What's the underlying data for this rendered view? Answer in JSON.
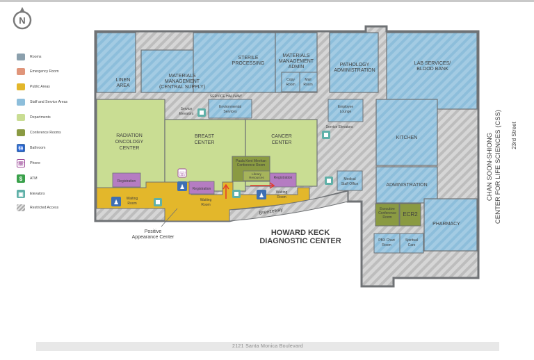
{
  "compass": {
    "letter": "N"
  },
  "legend": [
    {
      "label": "Rooms",
      "color": "#8ba0ad",
      "kind": "swatch"
    },
    {
      "label": "Emergency Room",
      "color": "#e0957a",
      "kind": "swatch"
    },
    {
      "label": "Public Areas",
      "color": "#e3b72b",
      "kind": "swatch"
    },
    {
      "label": "Staff and Service Areas",
      "color": "#8dbedb",
      "kind": "swatch"
    },
    {
      "label": "Departments",
      "color": "#c9dd93",
      "kind": "swatch"
    },
    {
      "label": "Conference Rooms",
      "color": "#8a9a42",
      "kind": "swatch"
    },
    {
      "label": "Bathroom",
      "color": "#3e6fb3",
      "kind": "bathroom-icon"
    },
    {
      "label": "Phone",
      "color": "#a0509d",
      "kind": "phone-icon"
    },
    {
      "label": "ATM",
      "color": "#3aa14b",
      "kind": "atm-icon"
    },
    {
      "label": "Elevators",
      "color": "#5fb0a8",
      "kind": "elevator-icon"
    },
    {
      "label": "Restricted Access",
      "color": "#b5b5b5",
      "kind": "hatch"
    }
  ],
  "rooms": {
    "linen": [
      "LINEN",
      "AREA"
    ],
    "materials_central": [
      "MATERIALS",
      "MANAGEMENT",
      "(CENTRAL SUPPLY)"
    ],
    "sterile": [
      "STERILE",
      "PROCESSING"
    ],
    "materials_admin": [
      "MATERIALS",
      "MANAGEMENT",
      "ADMIN"
    ],
    "copy_room": [
      "Copy",
      "Room"
    ],
    "mail_room": [
      "Mail",
      "Room"
    ],
    "pathology": [
      "PATHOLOGY",
      "ADMINISTRATION"
    ],
    "lab": [
      "LAB SERVICES/",
      "BLOOD BANK"
    ],
    "service_hallway": "SERVICE HALLWAY",
    "service_elevators_1": [
      "Service",
      "Elevators"
    ],
    "environmental": [
      "Environmental",
      "Services"
    ],
    "employee_lounge": [
      "Employee",
      "Lounge"
    ],
    "service_elevators_2": "Service Elevators",
    "radiation": [
      "RADIATION",
      "ONCOLOGY",
      "CENTER"
    ],
    "breast": [
      "BREAST",
      "CENTER"
    ],
    "cancer": [
      "CANCER",
      "CENTER"
    ],
    "kitchen": "KITCHEN",
    "paula": [
      "Paula Kent Meehan",
      "Conference Room"
    ],
    "library": [
      "Library",
      "Resources"
    ],
    "registration": "Registration",
    "waiting_room": [
      "Waiting",
      "Room"
    ],
    "medical_staff": [
      "Medical",
      "Staff Office"
    ],
    "administration": "ADMINISTRATION",
    "breezeway": "Breezeway",
    "exec_conf": [
      "Executive",
      "Conference",
      "Room"
    ],
    "ecr2": "ECR2",
    "pharmacy": "PHARMACY",
    "pbx": [
      "PBX Chart",
      "Room"
    ],
    "spiritual": [
      "Spiritual",
      "Care"
    ],
    "positive_appearance": [
      "Positive",
      "Appearance Center"
    ],
    "howard_keck": [
      "HOWARD KECK",
      "DIAGNOSTIC CENTER"
    ],
    "chan_soon_shiong": [
      "CHAN SOON-SHIONG",
      "CENTER FOR LIFE SCIENCES (CSS)"
    ],
    "street": "23rd Street"
  },
  "address": "2121 Santa Monica Boulevard"
}
